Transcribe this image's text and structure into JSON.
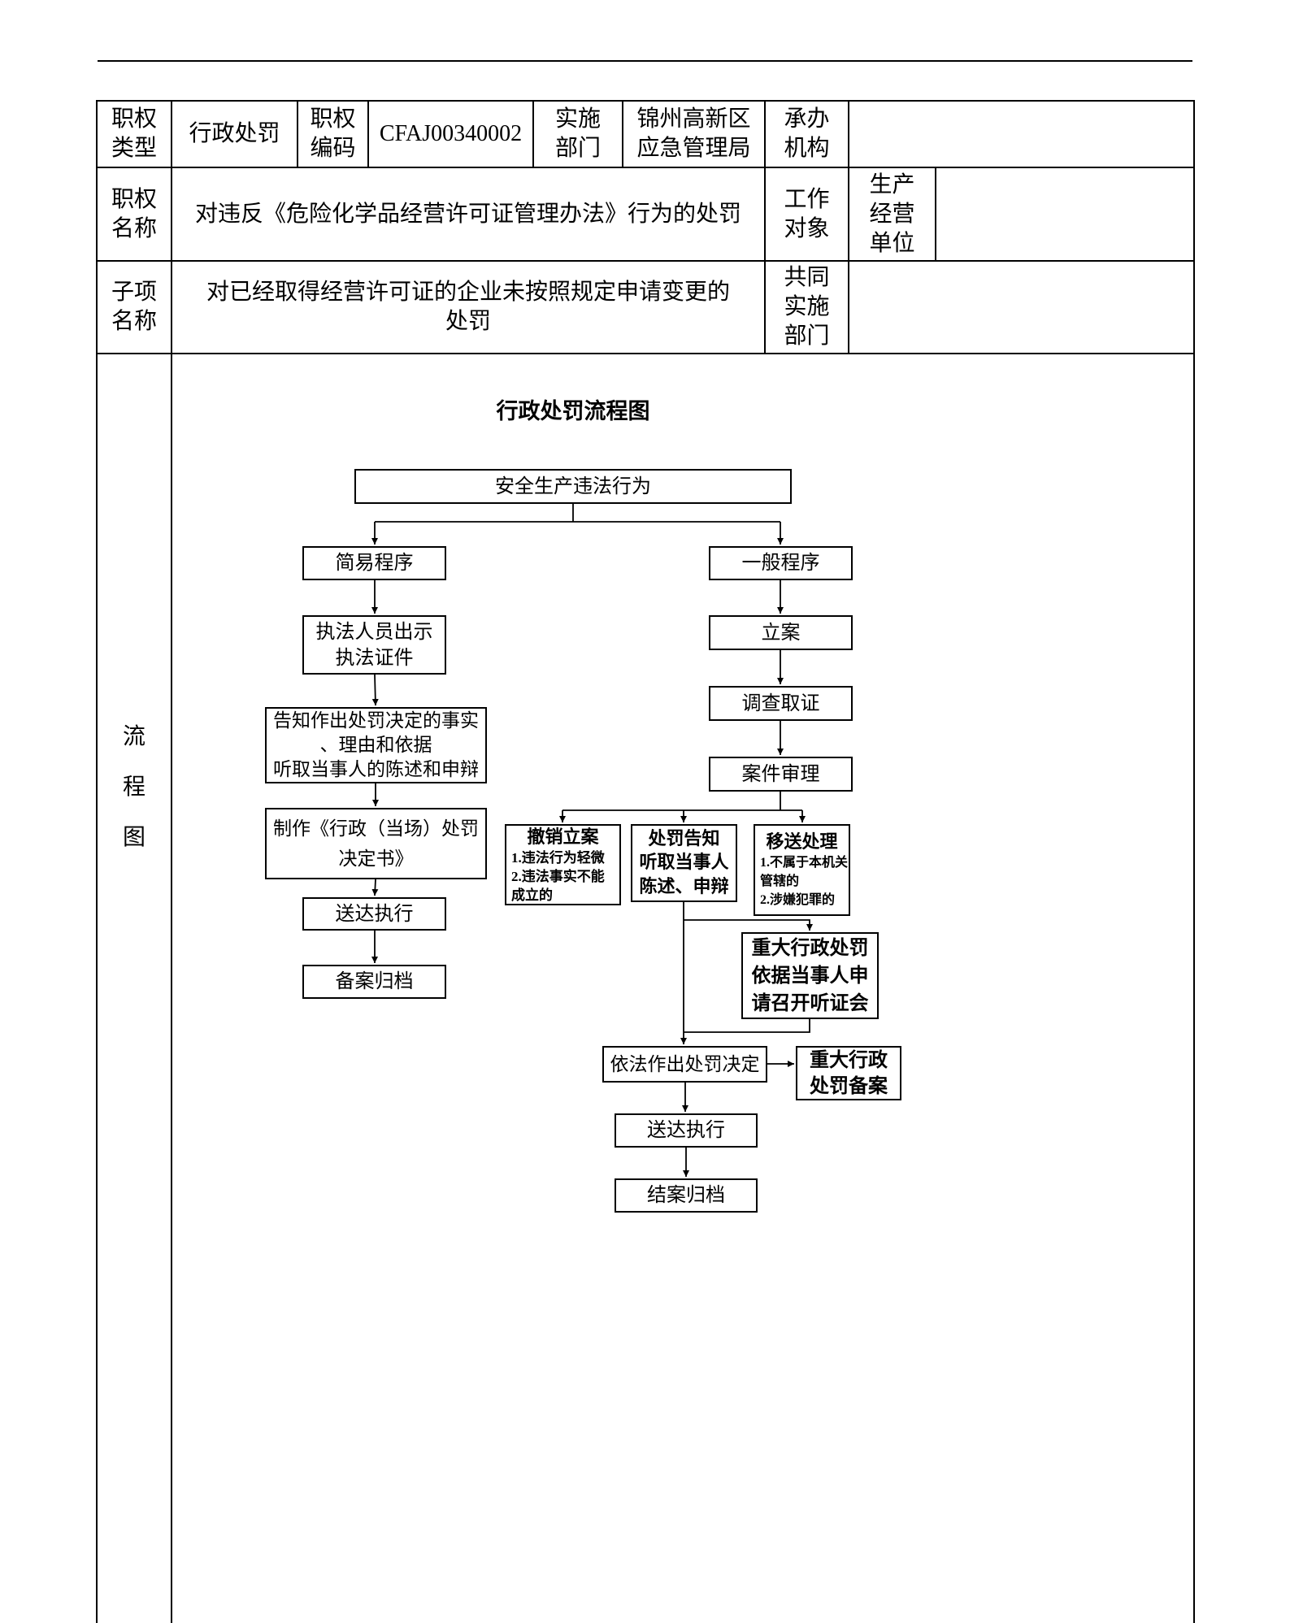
{
  "table": {
    "authority_type_label": "职权\n类型",
    "authority_type_value": "行政处罚",
    "authority_code_label": "职权\n编码",
    "authority_code_value": "CFAJ00340002",
    "impl_dept_label": "实施\n部门",
    "impl_dept_value": "锦州高新区\n应急管理局",
    "undertaking_org_label": "承办\n机构",
    "undertaking_org_value": "",
    "authority_name_label": "职权\n名称",
    "authority_name_value": "对违反《危险化学品经营许可证管理办法》行为的处罚",
    "work_object_label": "工作\n对象",
    "work_object_value": "生产\n经营\n单位",
    "work_object_spare": "",
    "subitem_name_label": "子项\n名称",
    "subitem_name_value": "对已经取得经营许可证的企业未按照规定申请变更的\n处罚",
    "joint_impl_label": "共同\n实施\n部门",
    "joint_impl_value": "",
    "flowchart_label": "流\n程\n图"
  },
  "flowchart": {
    "title": "行政处罚流程图",
    "start": "安全生产违法行为",
    "simple_procedure": "简易程序",
    "general_procedure": "一般程序",
    "show_credentials": "执法人员出示\n执法证件",
    "inform_facts": "告知作出处罚决定的事实\n、理由和依据\n听取当事人的陈述和申辩",
    "make_decision_doc": "制作《行政（当场）处罚\n决定书》",
    "deliver_execute_left": "送达执行",
    "record_archive_left": "备案归档",
    "case_filing": "立案",
    "investigation": "调查取证",
    "case_review": "案件审理",
    "cancel_filing_title": "撤销立案",
    "cancel_filing_body": "1.违法行为轻微\n2.违法事实不能\n成立的",
    "penalty_notice_title": "处罚告知",
    "penalty_notice_body": "听取当事人\n陈述、申辩",
    "transfer_title": "移送处理",
    "transfer_body": "1.不属于本机关\n管辖的\n2.涉嫌犯罪的",
    "hearing": "重大行政处罚\n依据当事人申\n请召开听证会",
    "lawful_decision": "依法作出处罚决定",
    "major_penalty_record": "重大行政\n处罚备案",
    "deliver_execute_right": "送达执行",
    "close_archive": "结案归档"
  }
}
